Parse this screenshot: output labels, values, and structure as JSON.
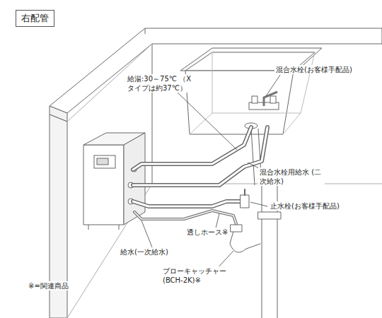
{
  "diagram": {
    "nodes": [
      {
        "text": [
          "右配管"
        ]
      }
    ],
    "edges": [],
    "labels": [
      "給湯:30～75℃ （Xタイプは約37℃）",
      "混合水栓(お客様手配品)",
      "混合水栓用給水 (二次給水)",
      "止水栓(お客様手配品)",
      "透しホース※",
      "給水(一次給水)",
      "ブローキャッチャー (BCH-2K)※",
      "※=関連商品"
    ]
  }
}
